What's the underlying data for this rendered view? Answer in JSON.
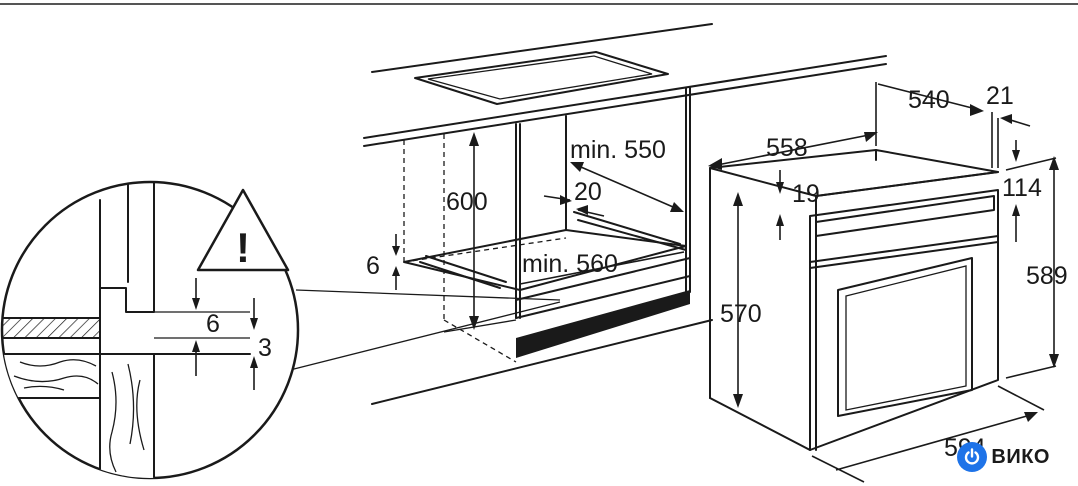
{
  "labels": {
    "oven_depth": "540",
    "door_thickness": "21",
    "oven_width_top": "558",
    "panel_height": "114",
    "top_gap": "19",
    "cabinet_height": "600",
    "min_depth": "min. 550",
    "vent_depth": "20",
    "side_gap": "6",
    "min_width": "min. 560",
    "body_height": "570",
    "total_height": "589",
    "front_width": "594",
    "detail_gap_upper": "6",
    "detail_gap_lower": "3"
  },
  "brand": {
    "name": "ВИКО",
    "icon": "power-icon"
  },
  "colors": {
    "lines": "#1a1a1a",
    "brand_blue": "#1e73e8"
  }
}
